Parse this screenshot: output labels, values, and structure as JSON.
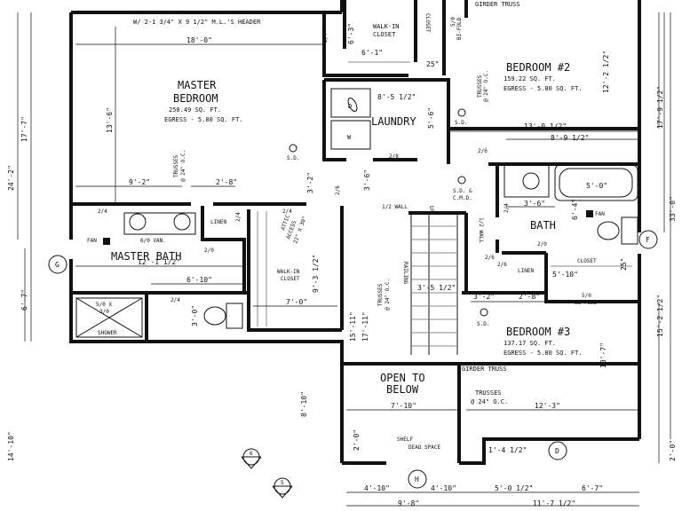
{
  "header": "W/ 2-1 3/4\" X 9 1/2\" M.L.'S HEADER",
  "girder_truss": "GIRDER TRUSS",
  "rooms": {
    "master_bedroom": {
      "line1": "MASTER",
      "line2": "BEDROOM",
      "area": "250.49 SQ. FT.",
      "egress": "EGRESS - 5.80 SQ. FT."
    },
    "bedroom2": {
      "name": "BEDROOM #2",
      "area": "159.22 SQ. FT.",
      "egress": "EGRESS - 5.80 SQ. FT."
    },
    "bedroom3": {
      "name": "BEDROOM #3",
      "area": "137.17 SQ. FT.",
      "egress": "EGRESS - 5.80 SQ. FT."
    },
    "laundry": "LAUNDRY",
    "bath": "BATH",
    "master_bath": "MASTER BATH",
    "open_to_below": {
      "line1": "OPEN TO",
      "line2": "BELOW"
    },
    "walkin_top": {
      "line1": "WALK-IN",
      "line2": "CLOSET"
    },
    "walkin_mid": {
      "line1": "WALK-IN",
      "line2": "CLOSET"
    }
  },
  "labels": {
    "closet_v": "CLOSET",
    "closet": "CLOSET",
    "bifold_top": {
      "line1": "5/0",
      "line2": "BI-FOLD"
    },
    "bifold_bot": {
      "line1": "5/0",
      "line2": "BI-FOLD"
    },
    "trusses_24": "TRUSSES",
    "at_24": "@ 24\" O.C.",
    "trusses_bottom": "TRUSSES",
    "at_24_bottom": "@ 24\" O.C.",
    "half_wall_top": "1/2 WALL",
    "half_wall_side": "1/2 WALL",
    "up": "UP",
    "railing": "RAILING",
    "sd": "S.D.",
    "sdco": {
      "line1": "S.D. &",
      "line2": "C.M.D."
    },
    "fan": "FAN",
    "linen": "LINEN",
    "linen2": "LINEN",
    "van": "6/0 VAN.",
    "shower": {
      "line1": "5/0 X",
      "line2": "3/0",
      "line3": "SHOWER"
    },
    "attic": {
      "line1": "ATTIC",
      "line2": "ACCESS",
      "line3": "22\" X 30\""
    },
    "shelf": {
      "line1": "SHELF",
      "line2": "DEAD SPACE"
    },
    "w": "W",
    "d": "D"
  },
  "doors": {
    "d_24a": "2/4",
    "d_28": "2/8",
    "d_26a": "2/6",
    "d_26b": "2/6",
    "d_24b": "2/4",
    "d_24c": "2/4",
    "d_20a": "2/0",
    "d_24d": "2/4",
    "d_20b": "2/0",
    "d_24e": "2/4",
    "d_26c": "2/6",
    "d_26d": "2/6",
    "d_24f": "2/4"
  },
  "dims": {
    "d18_0": "18'-0\"",
    "d13_6": "13'-6\"",
    "d9_2": "9'-2\"",
    "d2_8": "2'-8\"",
    "d12_1": "12'-1 1/2\"",
    "d6_10": "6'-10\"",
    "d3_0": "3'-0\"",
    "d7_0": "7'-0\"",
    "d9_3": "9'-3 1/2\"",
    "d3_2a": "3'-2\"",
    "d3_6": "3'-6\"",
    "d6_3": "6'-3\"",
    "d6_1": "6'-1\"",
    "d25": "25\"",
    "d8_5": "8'-5 1/2\"",
    "d5_6": "5'-6\"",
    "d13_0": "13'-0 1/2\"",
    "d8_9": "8'-9 1/2\"",
    "d3_6b": "3'-6\"",
    "d5_0": "5'-0\"",
    "d6_4": "6'-4\"",
    "d3_5": "3'-5 1/2\"",
    "d3_2b": "3'-2\"",
    "d2_8b": "2'-8\"",
    "d5_10": "5'-10\"",
    "d25b": "25\"",
    "d12_2": "12'-2 1/2\"",
    "d17_9": "17'-9 1/2\"",
    "d33_0": "33'-0\"",
    "d15_2": "15'-2 1/2\"",
    "d10_7": "10'-7\"",
    "d2_0r": "2'-0\"",
    "d17_7": "17'-7\"",
    "d24_2": "24'-2\"",
    "d6_7": "6'-7\"",
    "d14_10": "14'-10\"",
    "d8_10": "8'-10\"",
    "d15_11": "15'-11\"",
    "d17_11": "17'-11\"",
    "d7_10": "7'-10\"",
    "d12_3": "12'-3\"",
    "d2_0": "2'-0\"",
    "d1_4": "1'-4 1/2\"",
    "d4_10a": "4'-10\"",
    "d4_10b": "4'-10\"",
    "d5_0b": "5'-0 1/2\"",
    "d6_7b": "6'-7\"",
    "d9_8": "9'-8\"",
    "d11_7": "11'-7 1/2\""
  },
  "grid": {
    "g": "G",
    "f": "F",
    "h": "H",
    "d": "D"
  },
  "sections": {
    "s1_num": "6",
    "s1_sheet": "6",
    "s2_num": "5",
    "s2_sheet": "6"
  }
}
